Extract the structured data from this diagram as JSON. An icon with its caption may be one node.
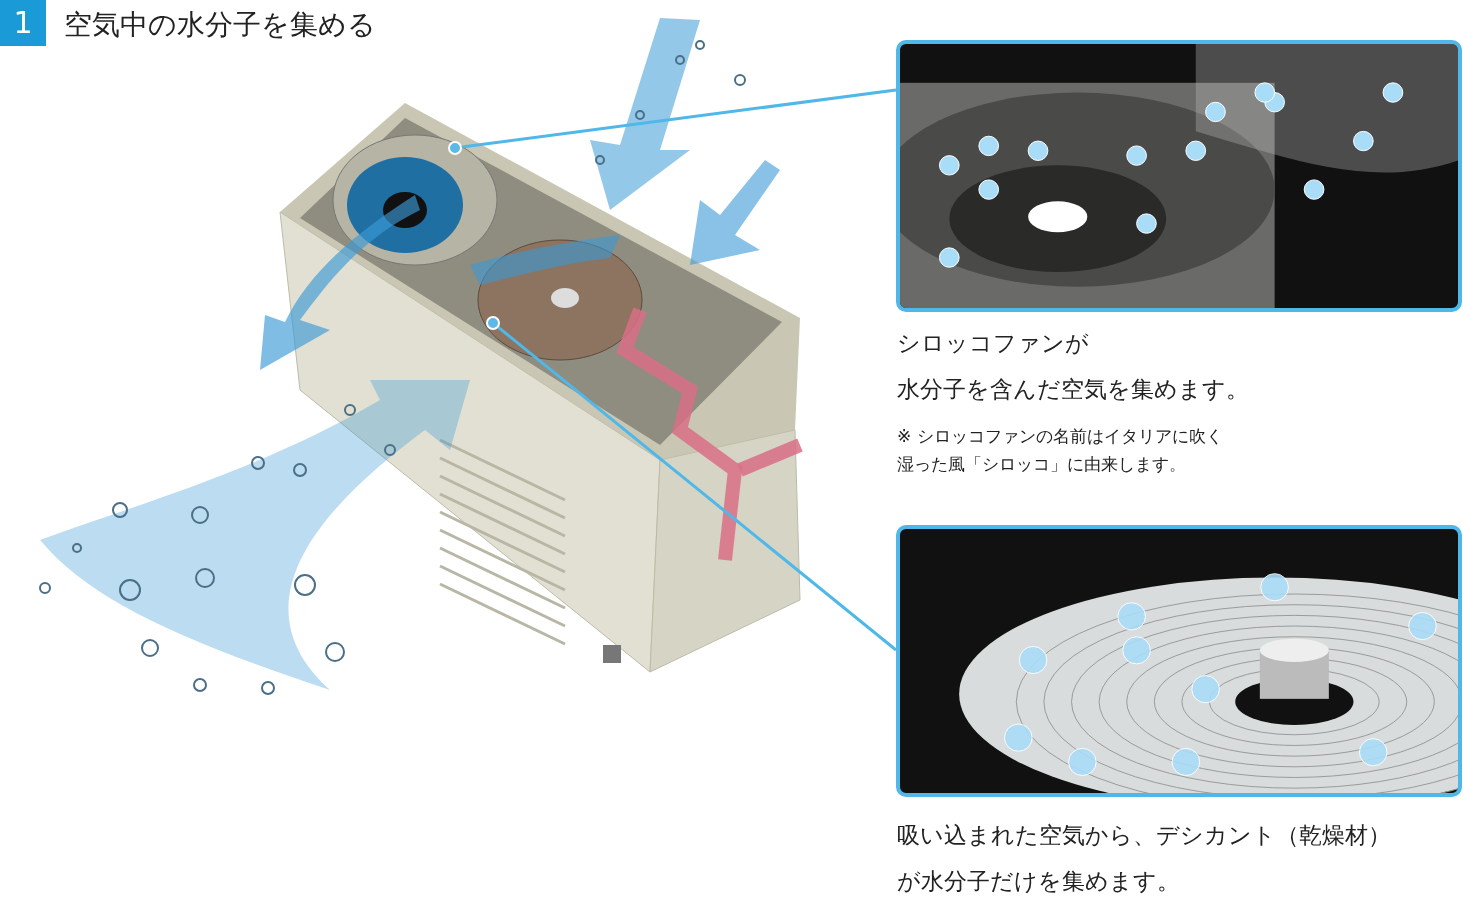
{
  "diagram": {
    "title": "空気中の水分子を集める",
    "nodes": [
      {
        "text": [],
        "shape": "picture",
        "beside": [
          "シロッコファンが",
          "水分子を含んだ空気を集めます。"
        ]
      },
      {
        "text": [],
        "shape": "circle"
      },
      {
        "text": [],
        "shape": "picture",
        "beside": [
          "吸い込まれた空気から、デシカント（乾燥材）が水分子だけを集めます。"
        ]
      },
      {
        "text": [],
        "shape": "circle"
      }
    ],
    "edges": [
      {
        "from": 0,
        "to": 1,
        "arrow": "none"
      },
      {
        "from": 2,
        "to": 3,
        "arrow": "none"
      }
    ],
    "labels": [
      "1",
      "※ シロッコファンの名前はイタリアに吹く湿った風「シロッコ」に由来します。"
    ]
  }
}
